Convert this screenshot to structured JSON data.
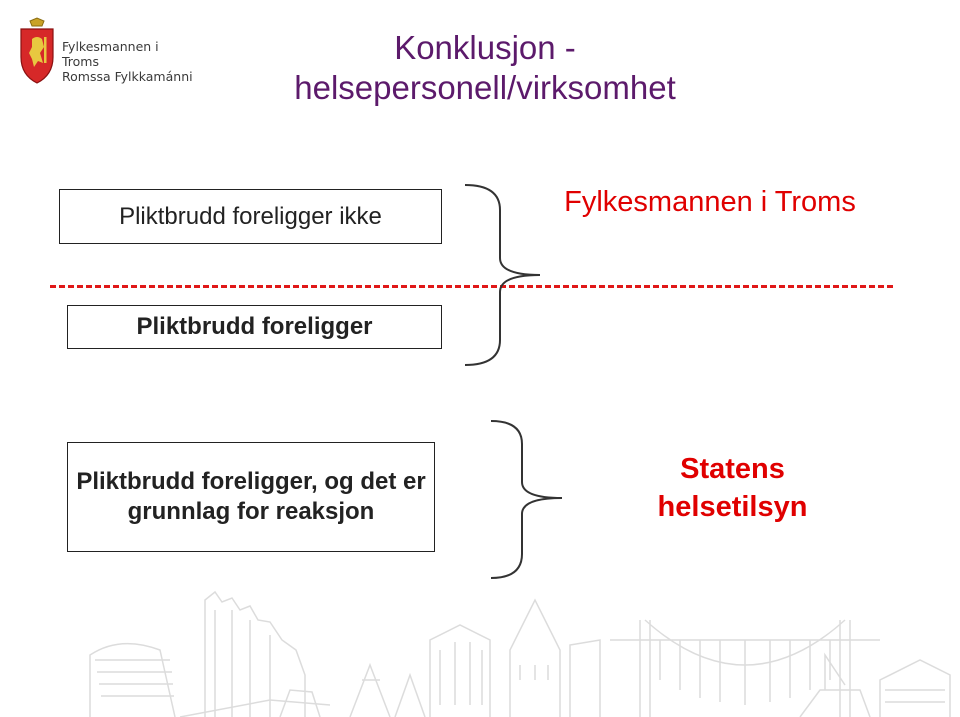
{
  "logo": {
    "line1": "Fylkesmannen i Troms",
    "line2": "Romssa Fylkkamánni",
    "icon": "coat-of-arms-lion-icon"
  },
  "title": {
    "line1": "Konklusjon -",
    "line2": "helsepersonell/virksomhet"
  },
  "section1": {
    "box1": "Pliktbrudd foreligger ikke",
    "box2": "Pliktbrudd foreligger",
    "authority": "Fylkesmannen i Troms"
  },
  "section2": {
    "box": "Pliktbrudd foreligger, og det er grunnlag for reaksjon",
    "authority": "Statens helsetilsyn"
  },
  "colors": {
    "title": "#5c1a6b",
    "authority": "#e00000",
    "divider": "#e01818",
    "watermark": "#dcdcdc"
  }
}
